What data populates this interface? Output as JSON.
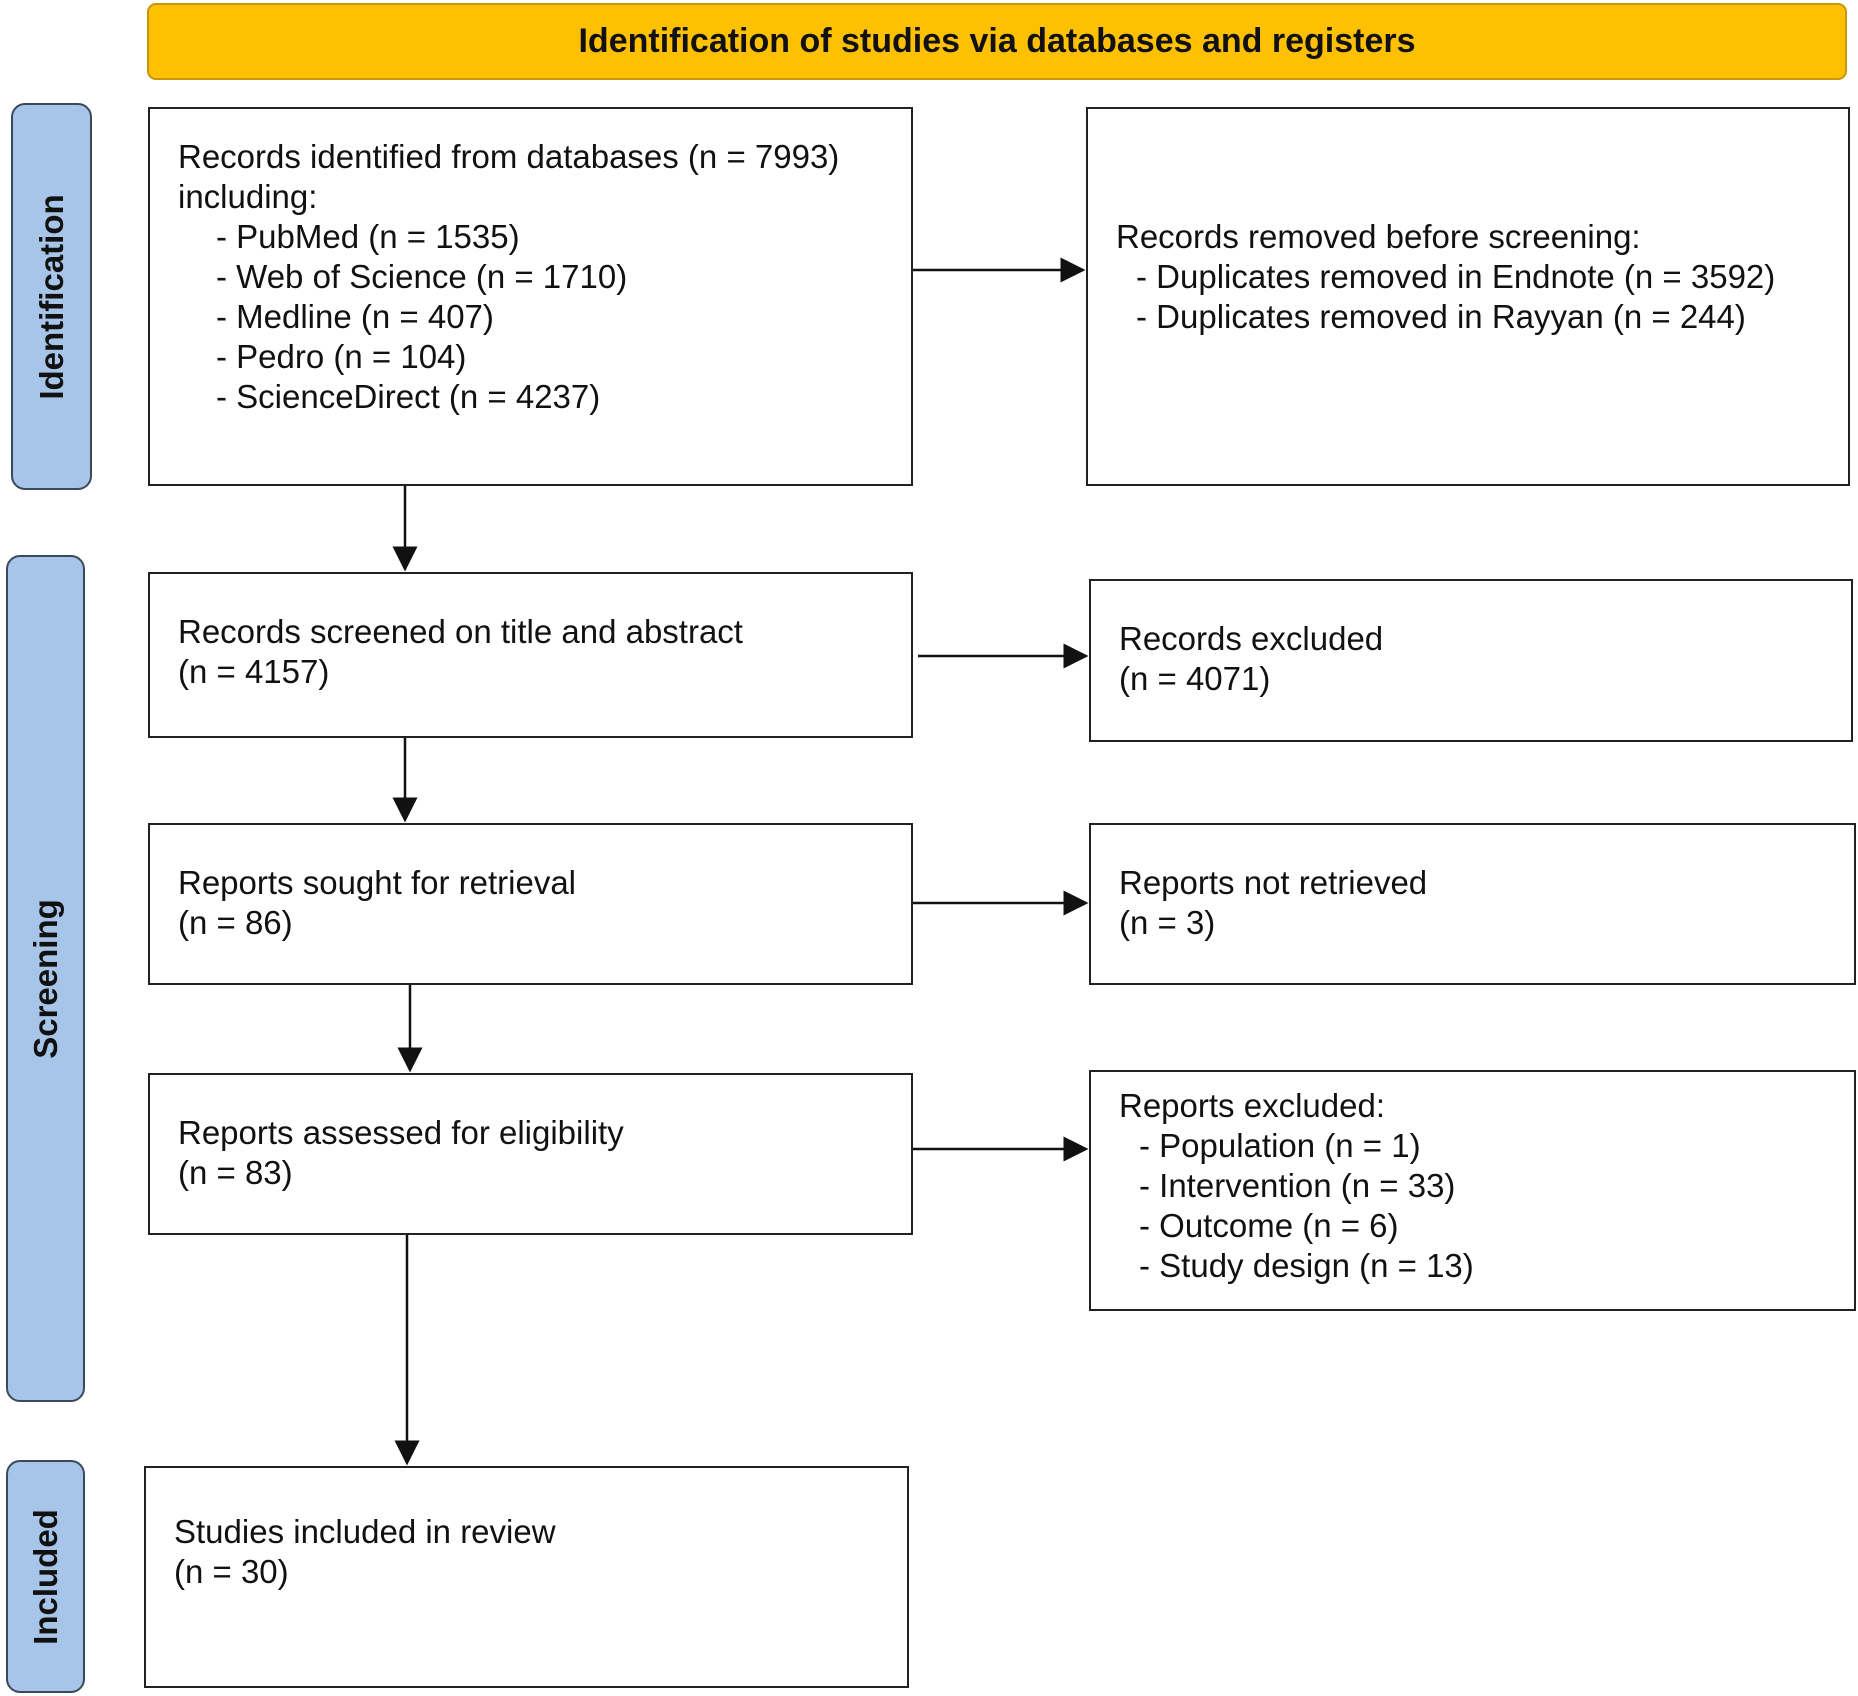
{
  "header": {
    "title": "Identification of studies via databases and registers"
  },
  "stages": {
    "identification": "Identification",
    "screening": "Screening",
    "included": "Included"
  },
  "identified": {
    "title": "Records identified from databases (n = 7993)",
    "subtitle": "including:",
    "sources": [
      "- PubMed (n = 1535)",
      "- Web of Science (n = 1710)",
      "- Medline (n = 407)",
      "- Pedro (n = 104)",
      "- ScienceDirect (n = 4237)"
    ]
  },
  "removed": {
    "title": "Records removed before screening:",
    "items": [
      "- Duplicates removed in Endnote (n = 3592)",
      "- Duplicates removed in Rayyan (n = 244)"
    ]
  },
  "screened": {
    "title": "Records screened on title and abstract",
    "count": "(n = 4157)"
  },
  "excluded_records": {
    "title": "Records excluded",
    "count": "(n = 4071)"
  },
  "sought": {
    "title": "Reports sought for retrieval",
    "count": "(n = 86)"
  },
  "not_retrieved": {
    "title": "Reports not retrieved",
    "count": "(n = 3)"
  },
  "assessed": {
    "title": "Reports assessed for eligibility",
    "count": "(n = 83)"
  },
  "excluded_reports": {
    "title": "Reports excluded:",
    "items": [
      "- Population (n = 1)",
      "- Intervention (n = 33)",
      "- Outcome (n = 6)",
      "- Study design (n = 13)"
    ]
  },
  "included": {
    "title": "Studies included in review",
    "count": "(n = 30)"
  },
  "colors": {
    "header_fill": "#fec003",
    "stage_fill": "#a6c5e8",
    "box_border": "#222222"
  }
}
